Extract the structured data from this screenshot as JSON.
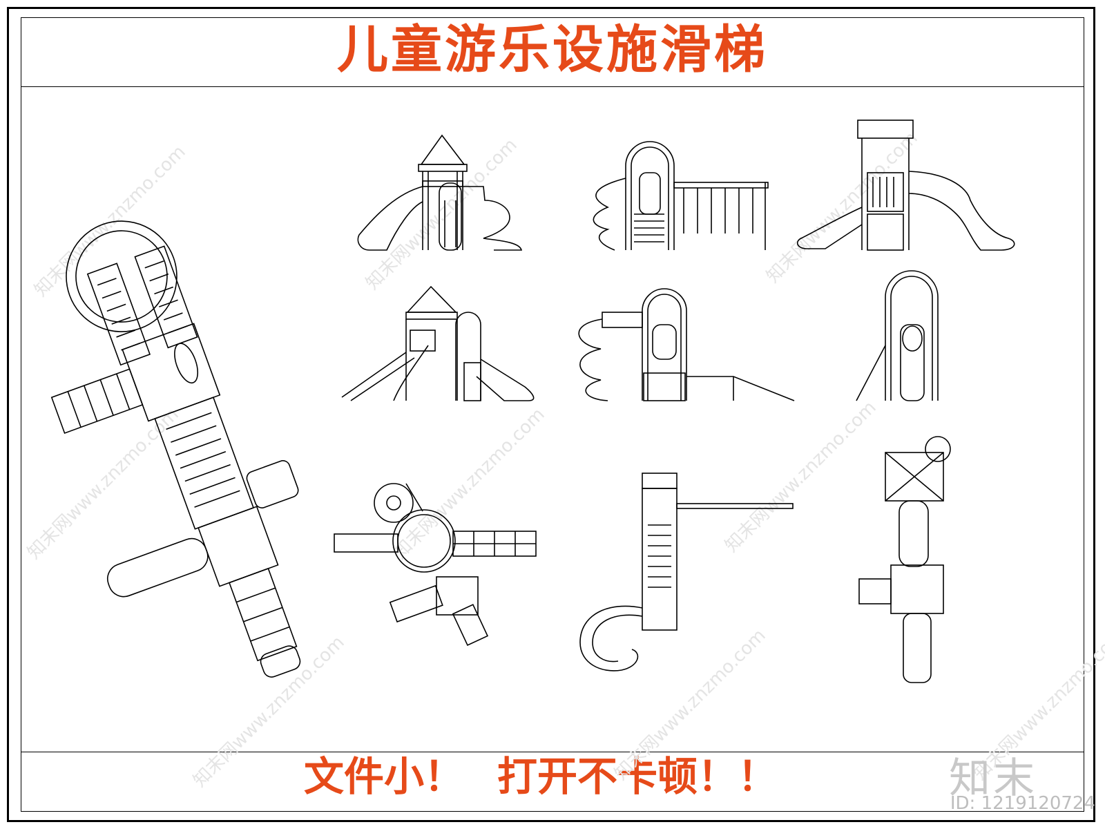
{
  "header": {
    "title": "儿童游乐设施滑梯"
  },
  "footer": {
    "left": "文件小！",
    "right": "打开不卡顿！！"
  },
  "brand": {
    "logo": "知末",
    "id": "ID: 1219120724"
  },
  "watermark": {
    "text": "知末网www.znzmo.com"
  }
}
